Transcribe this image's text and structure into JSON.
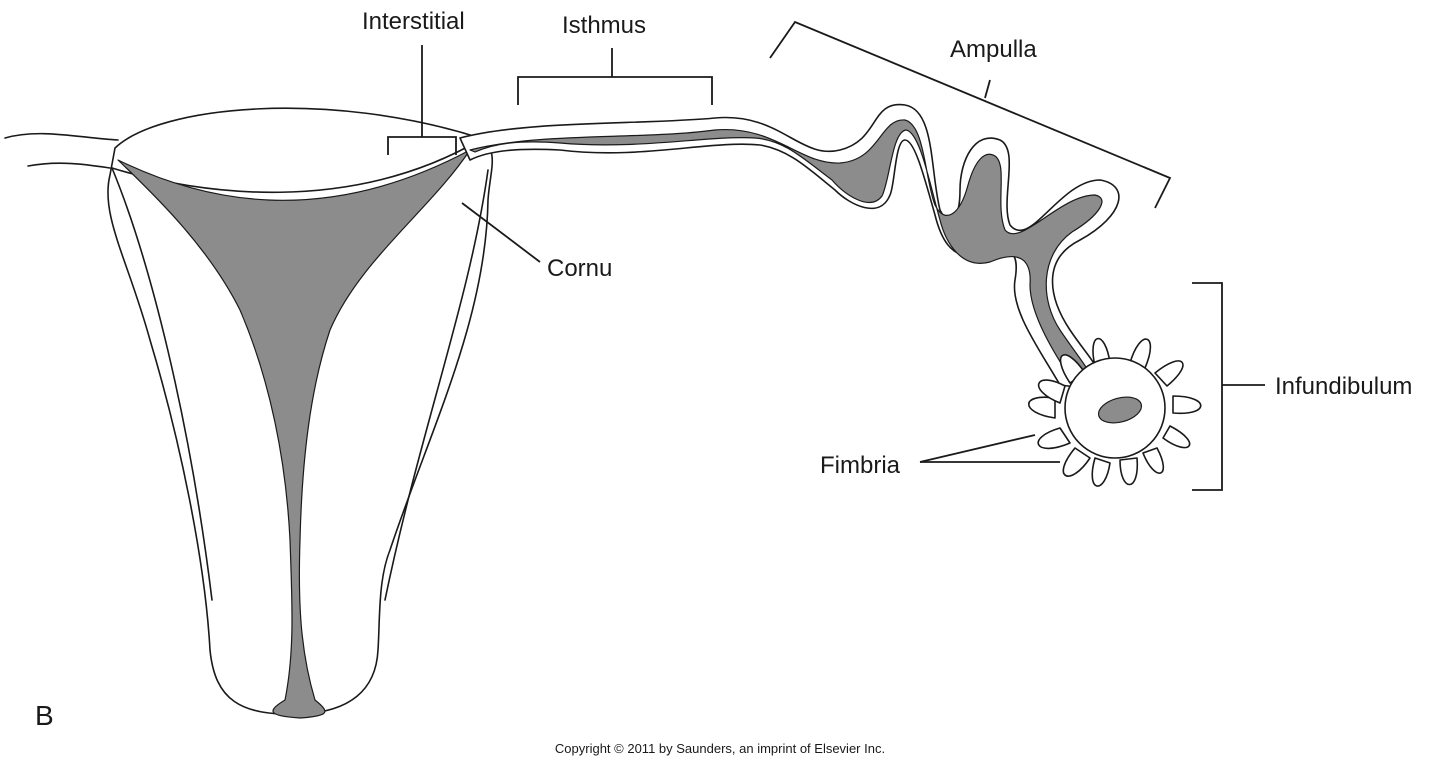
{
  "labels": {
    "interstitial": "Interstitial",
    "isthmus": "Isthmus",
    "ampulla": "Ampulla",
    "cornu": "Cornu",
    "infundibulum": "Infundibulum",
    "fimbria": "Fimbria",
    "panel": "B"
  },
  "copyright": "Copyright © 2011 by Saunders, an imprint of Elsevier Inc.",
  "colors": {
    "line": "#1a1a1a",
    "cavity": "#8c8c8c",
    "background": "#ffffff"
  }
}
